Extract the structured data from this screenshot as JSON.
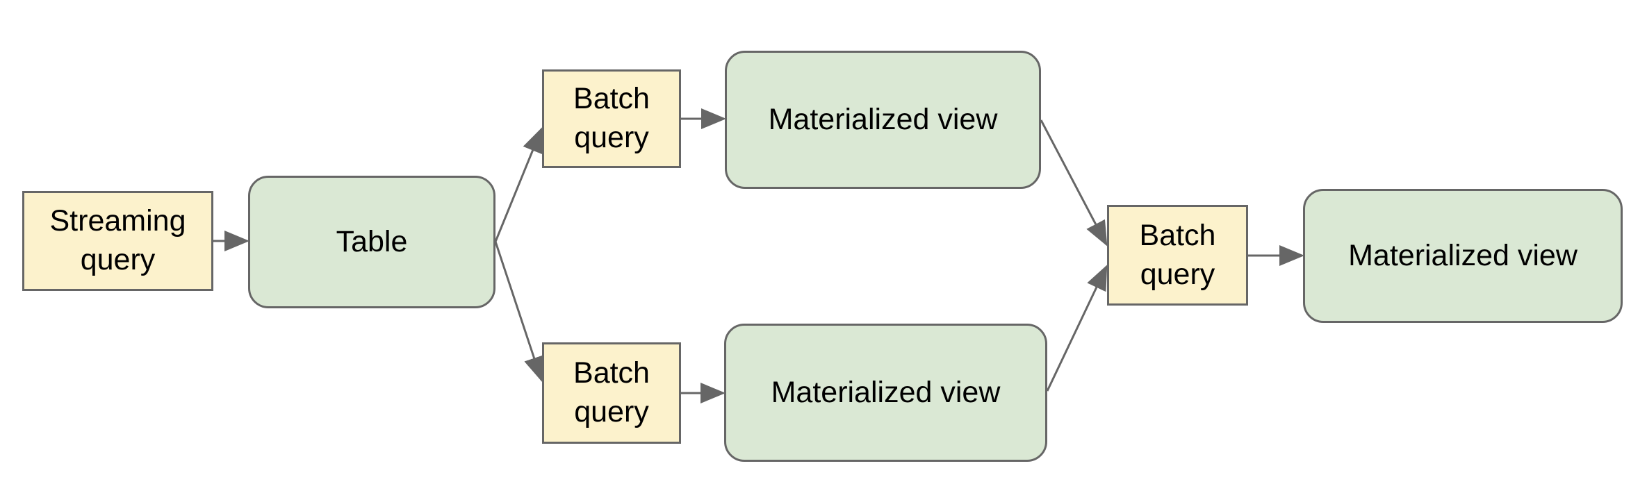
{
  "diagram": {
    "colors": {
      "page_background": "#ffffff",
      "query_node_fill": "#fcf2cc",
      "view_node_fill": "#dae8d4",
      "node_border": "#666666",
      "connector": "#666666",
      "label_text": "#000000"
    },
    "nodes": {
      "streaming_query": {
        "label": "Streaming query",
        "shape": "rectangle"
      },
      "table": {
        "label": "Table",
        "shape": "rounded-rectangle"
      },
      "batch_query_top": {
        "label": "Batch query",
        "shape": "rectangle"
      },
      "materialized_view_top": {
        "label": "Materialized view",
        "shape": "rounded-rectangle"
      },
      "batch_query_bottom": {
        "label": "Batch query",
        "shape": "rectangle"
      },
      "materialized_view_bottom": {
        "label": "Materialized view",
        "shape": "rounded-rectangle"
      },
      "batch_query_right": {
        "label": "Batch query",
        "shape": "rectangle"
      },
      "materialized_view_right": {
        "label": "Materialized view",
        "shape": "rounded-rectangle"
      }
    },
    "edges": [
      {
        "from": "streaming_query",
        "to": "table"
      },
      {
        "from": "table",
        "to": "batch_query_top"
      },
      {
        "from": "table",
        "to": "batch_query_bottom"
      },
      {
        "from": "batch_query_top",
        "to": "materialized_view_top"
      },
      {
        "from": "batch_query_bottom",
        "to": "materialized_view_bottom"
      },
      {
        "from": "materialized_view_top",
        "to": "batch_query_right"
      },
      {
        "from": "materialized_view_bottom",
        "to": "batch_query_right"
      },
      {
        "from": "batch_query_right",
        "to": "materialized_view_right"
      }
    ]
  }
}
